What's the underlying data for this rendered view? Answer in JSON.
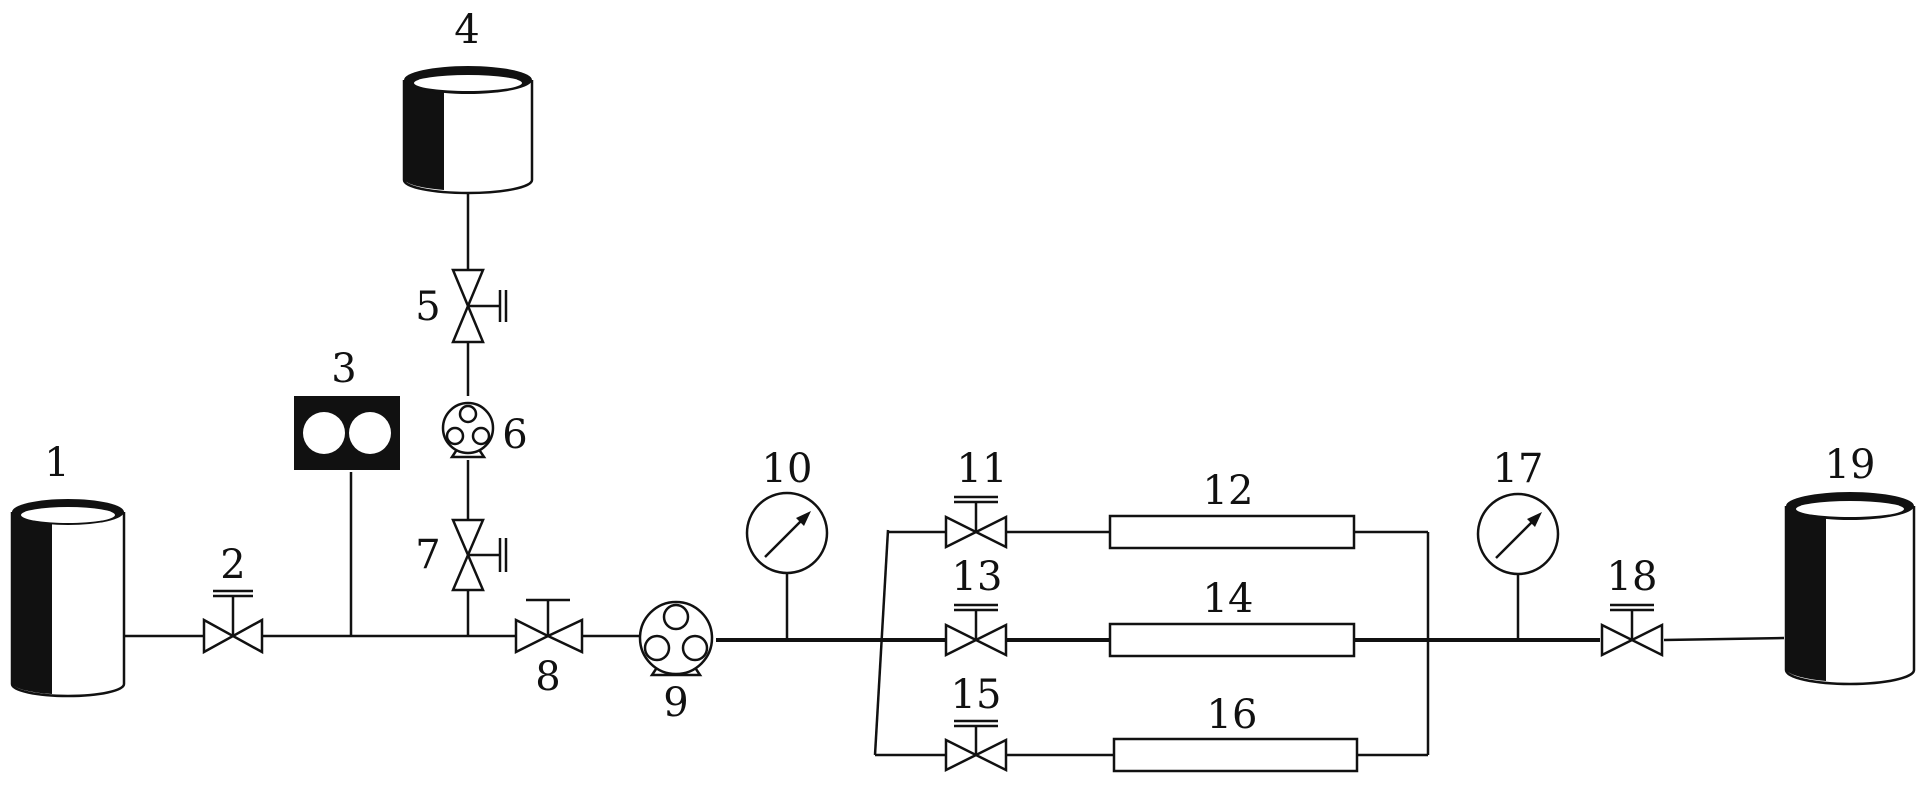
{
  "labels": {
    "n1": "1",
    "n2": "2",
    "n3": "3",
    "n4": "4",
    "n5": "5",
    "n6": "6",
    "n7": "7",
    "n8": "8",
    "n9": "9",
    "n10": "10",
    "n11": "11",
    "n12": "12",
    "n13": "13",
    "n14": "14",
    "n15": "15",
    "n16": "16",
    "n17": "17",
    "n18": "18",
    "n19": "19"
  },
  "colors": {
    "ink": "#111111",
    "paper": "#ffffff"
  }
}
